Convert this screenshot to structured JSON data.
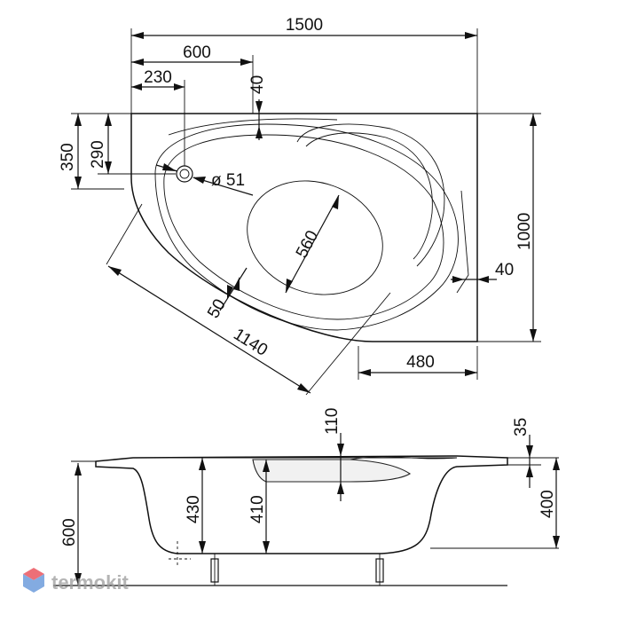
{
  "top_view": {
    "overall_width": "1500",
    "seat_width": "600",
    "drain_offset": "230",
    "rim_top": "40",
    "drain_y_outer": "350",
    "drain_y_inner": "290",
    "drain_diameter": "ø 51",
    "overall_depth": "1000",
    "bowl_width": "560",
    "rim_side": "40",
    "rim_front": "50",
    "diagonal_length": "1140",
    "bottom_right": "480"
  },
  "side_view": {
    "rim_depth_right": "110",
    "rim_step": "35",
    "total_height": "600",
    "inner_depth_left": "430",
    "inner_depth_mid": "410",
    "inner_depth_right": "400"
  },
  "watermark": "termokit",
  "colors": {
    "line": "#111111",
    "watermark": "#9c9c9c",
    "logo_top": "#e8404a",
    "logo_bottom": "#5a8fd8"
  }
}
